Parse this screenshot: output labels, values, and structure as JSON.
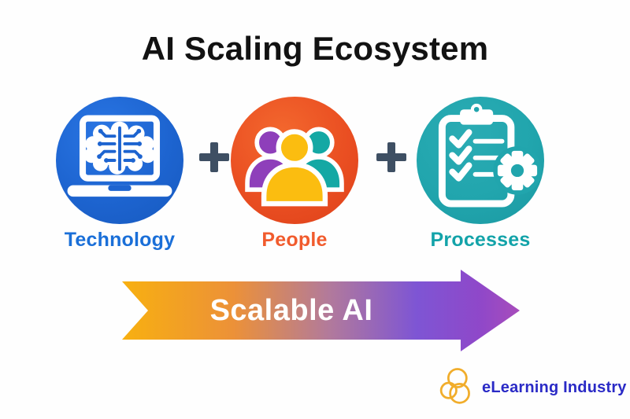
{
  "title": "AI Scaling Ecosystem",
  "pillars": [
    {
      "label": "Technology",
      "icon": "laptop-ai-brain-icon",
      "circle_color": "#1d64d0",
      "label_color": "#1a6fd8"
    },
    {
      "label": "People",
      "icon": "people-group-icon",
      "circle_color": "#ea4f22",
      "label_color": "#f15b2d",
      "figure_colors": [
        "#8e3fba",
        "#fbbd10",
        "#14a8a4"
      ]
    },
    {
      "label": "Processes",
      "icon": "clipboard-gear-icon",
      "circle_color": "#21a5ad",
      "label_color": "#13a3a9"
    }
  ],
  "plus_symbol": "+",
  "plus_color": "#3e4f63",
  "arrow": {
    "label": "Scalable AI",
    "text_color": "#ffffff",
    "gradient": [
      "#f8b010",
      "#ec9138",
      "#b27a9b",
      "#7e55d4",
      "#a84cbb"
    ]
  },
  "brand": {
    "name": "eLearning Industry",
    "text_color": "#2a2ac6",
    "logo_color": "#f1ad2b"
  }
}
